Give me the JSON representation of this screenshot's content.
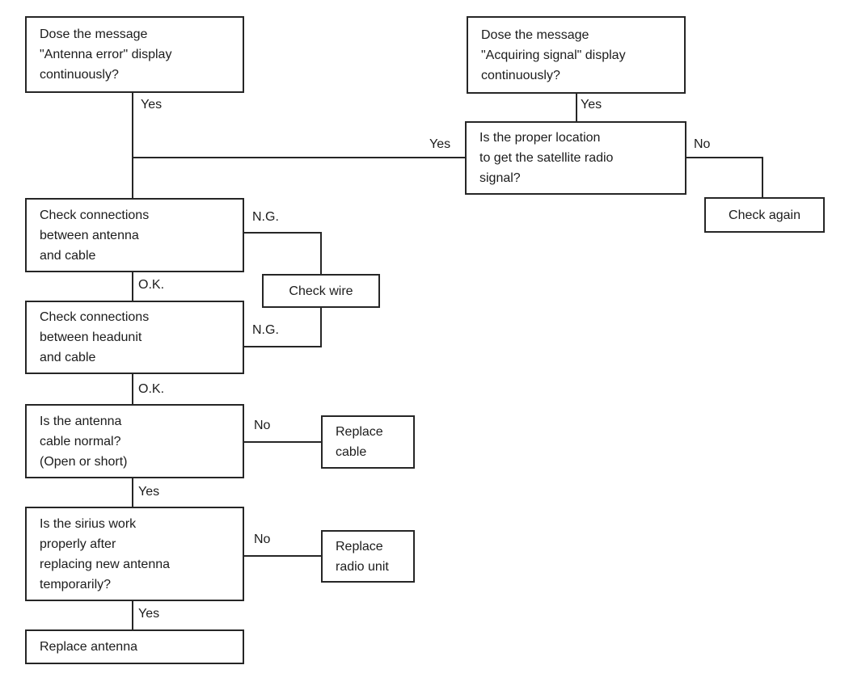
{
  "diagram": {
    "colors": {
      "line": "#262626",
      "text": "#1c1c1c",
      "background": "#ffffff"
    },
    "nodes": {
      "antenna_error_q": "Dose the message\n\"Antenna error\" display\ncontinuously?",
      "acquiring_signal_q": "Dose the message\n\"Acquiring signal\" display\ncontinuously?",
      "proper_location_q": "Is the proper location\nto get the satellite radio\nsignal?",
      "check_again": "Check again",
      "check_conn_antenna": "Check connections\nbetween antenna\nand cable",
      "check_wire": "Check wire",
      "check_conn_headunit": "Check connections\nbetween headunit\nand cable",
      "antenna_cable_normal_q": "Is the antenna\ncable normal?\n(Open or short)",
      "replace_cable": "Replace\ncable",
      "sirius_work_q": "Is the sirius work\nproperly after\nreplacing new antenna\ntemporarily?",
      "replace_radio_unit": "Replace\nradio unit",
      "replace_antenna": "Replace antenna"
    },
    "edge_labels": {
      "antenna_error_yes": "Yes",
      "acquiring_signal_yes": "Yes",
      "proper_location_yes": "Yes",
      "proper_location_no": "No",
      "conn_antenna_ng": "N.G.",
      "conn_antenna_ok": "O.K.",
      "conn_headunit_ng": "N.G.",
      "conn_headunit_ok": "O.K.",
      "cable_normal_no": "No",
      "cable_normal_yes": "Yes",
      "sirius_work_no": "No",
      "sirius_work_yes": "Yes"
    }
  }
}
